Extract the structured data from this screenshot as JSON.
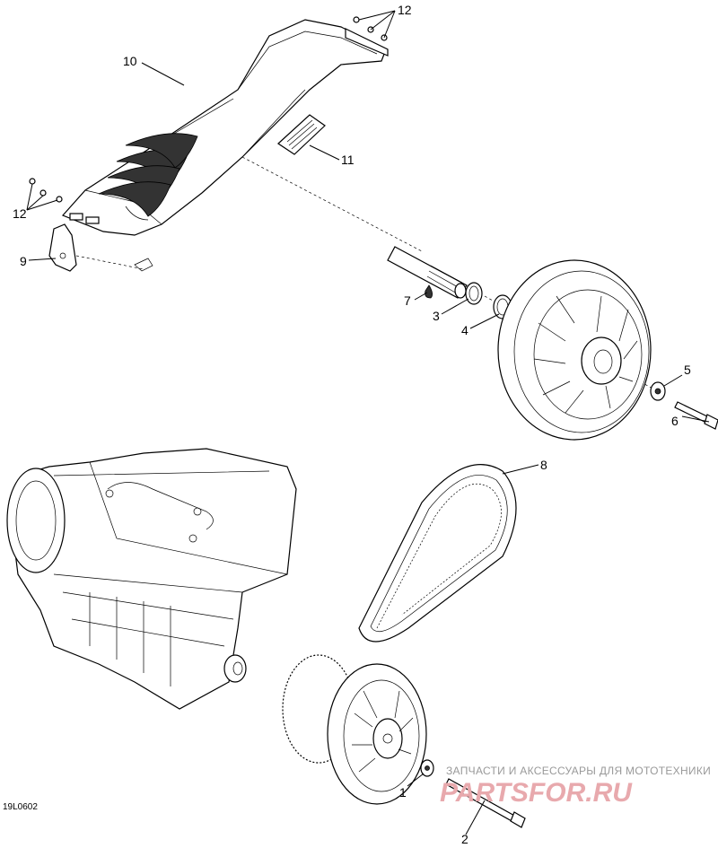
{
  "callouts": {
    "c1": "1",
    "c2": "2",
    "c3": "3",
    "c4": "4",
    "c5": "5",
    "c6": "6",
    "c7": "7",
    "c8": "8",
    "c9": "9",
    "c10": "10",
    "c11": "11",
    "c12a": "12",
    "c12b": "12"
  },
  "reference_code": "19L0602",
  "watermark": {
    "tagline": "ЗАПЧАСТИ И АКСЕССУАРЫ ДЛЯ МОТОТЕХНИКИ",
    "brand": "PARTSFOR.RU"
  }
}
